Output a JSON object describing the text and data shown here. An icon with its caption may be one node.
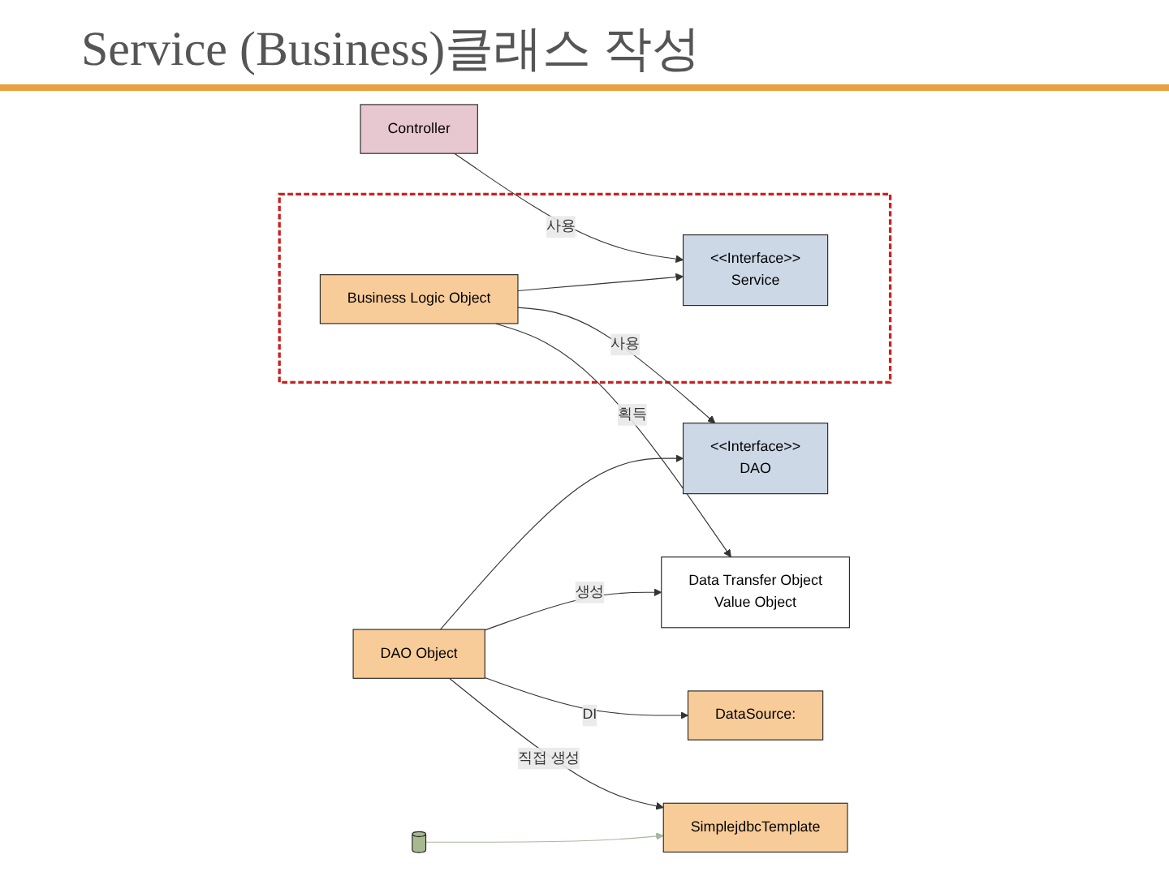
{
  "diagram": {
    "title": "Service (Business)클래스 작성",
    "nodes": [
      {
        "text": [],
        "shape": "box"
      },
      {
        "text": [
          "<<Interface>>",
          "Service"
        ],
        "in": 0
      },
      {
        "text": [
          "<<Interface>>",
          "DAO"
        ]
      },
      {
        "text": [
          "Controller"
        ]
      },
      {
        "text": [
          "Business Logic Object"
        ],
        "in": 0
      },
      {
        "text": [
          "DAO Object"
        ]
      },
      {
        "text": [
          "DataSource:"
        ]
      },
      {
        "text": [
          "SimplejdbcTemplate"
        ]
      },
      {
        "text": [
          "Data Transfer Object",
          "Value Object"
        ]
      },
      {
        "text": [],
        "shape": "cylinder"
      }
    ],
    "edges": [
      {
        "from": 3,
        "to": 1,
        "arrow": "to",
        "label": "사용"
      },
      {
        "from": 4,
        "to": 1,
        "arrow": "to"
      },
      {
        "from": 4,
        "to": 2,
        "arrow": "to",
        "label": "사용"
      },
      {
        "from": 5,
        "to": 2,
        "arrow": "to"
      },
      {
        "from": 5,
        "to": 6,
        "arrow": "to",
        "label": "DI"
      },
      {
        "from": 5,
        "to": 7,
        "arrow": "to",
        "label": "직접 생성"
      },
      {
        "from": 4,
        "to": 8,
        "arrow": "to",
        "label": "획득"
      },
      {
        "from": 5,
        "to": 8,
        "arrow": "to",
        "label": "생성"
      },
      {
        "from": 9,
        "to": 7,
        "arrow": "to",
        "color": "#a8b8a0"
      }
    ]
  }
}
